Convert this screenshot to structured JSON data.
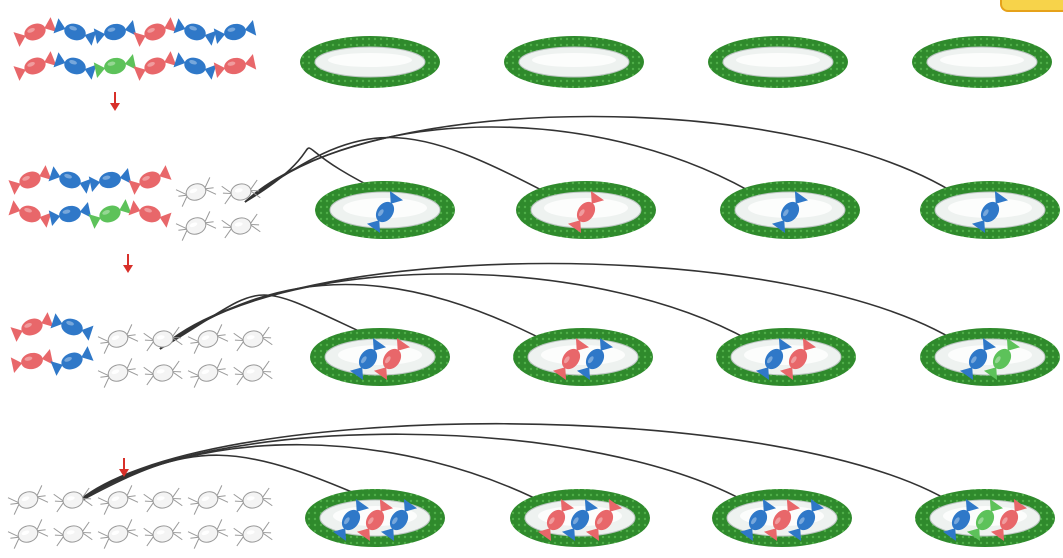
{
  "colors": {
    "red_candy": "#e8676a",
    "blue_candy": "#2f78c8",
    "green_candy": "#5dc25a",
    "plate_rim": "#2f8a2c",
    "plate_dish": "#eef2f0",
    "arrow_red": "#d8302a",
    "arrow_path": "#333333",
    "corner_tag": "#f7d34a"
  },
  "icons": {
    "candy": "wrapped-candy-icon",
    "plate": "plate-icon",
    "down_arrow": "down-arrow-icon",
    "empty_wrapper": "empty-wrapper-icon"
  },
  "rows": [
    {
      "pile": [
        "red",
        "blue",
        "blue",
        "red",
        "blue",
        "blue",
        "red",
        "blue",
        "green",
        "red",
        "blue",
        "red"
      ],
      "wrappers": 0,
      "plates": [
        [],
        [],
        [],
        []
      ]
    },
    {
      "pile": [
        "red",
        "blue",
        "blue",
        "red",
        "red",
        "blue",
        "green",
        "red"
      ],
      "wrappers": 4,
      "plates": [
        [
          "blue"
        ],
        [
          "red"
        ],
        [
          "blue"
        ],
        [
          "blue"
        ]
      ]
    },
    {
      "pile": [
        "red",
        "blue",
        "red",
        "blue"
      ],
      "wrappers": 8,
      "plates": [
        [
          "blue",
          "red"
        ],
        [
          "red",
          "blue"
        ],
        [
          "blue",
          "red"
        ],
        [
          "blue",
          "green"
        ]
      ]
    },
    {
      "pile": [],
      "wrappers": 12,
      "plates": [
        [
          "blue",
          "red",
          "blue"
        ],
        [
          "red",
          "blue",
          "red"
        ],
        [
          "blue",
          "red",
          "blue"
        ],
        [
          "blue",
          "green",
          "red"
        ]
      ]
    }
  ]
}
